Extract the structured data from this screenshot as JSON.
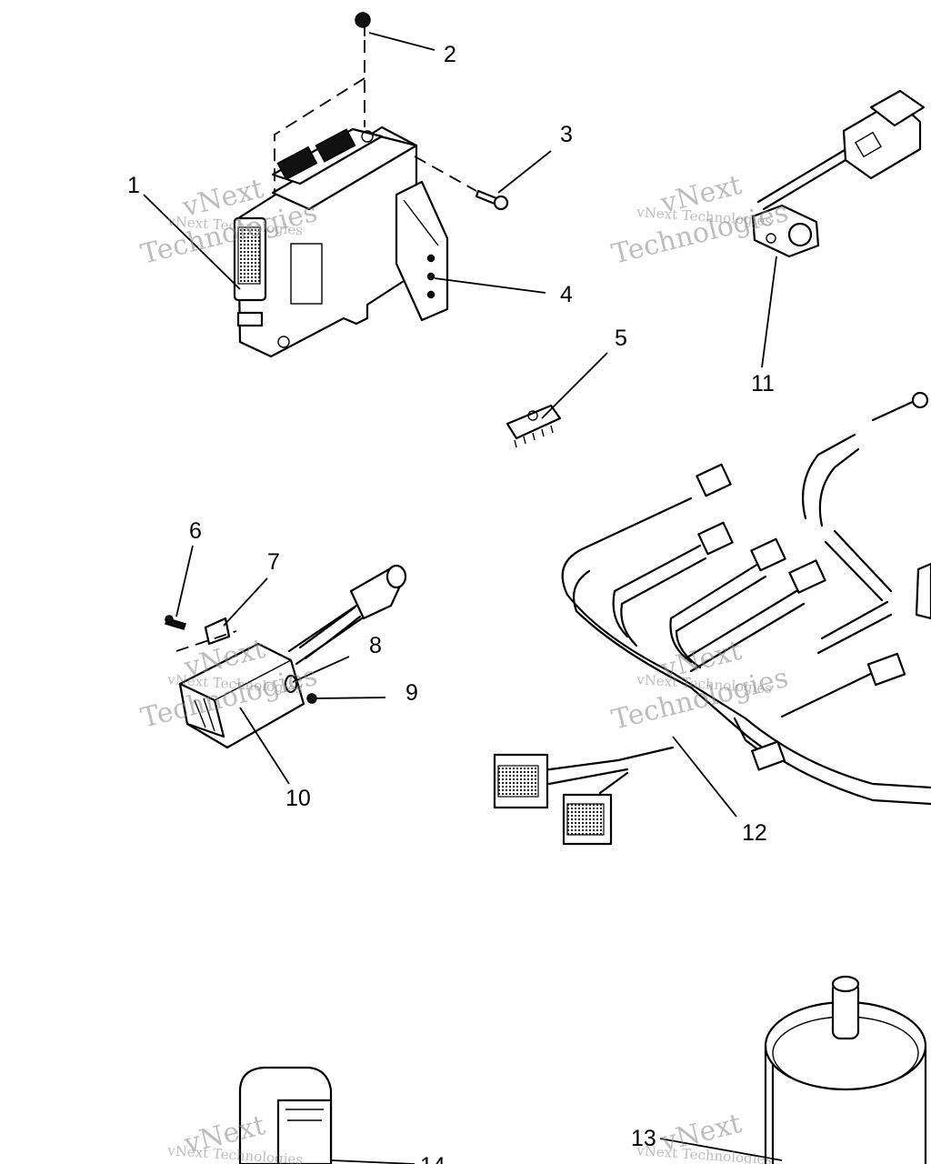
{
  "callouts": {
    "c1": "1",
    "c2": "2",
    "c3": "3",
    "c4": "4",
    "c5": "5",
    "c6": "6",
    "c7": "7",
    "c8": "8",
    "c9": "9",
    "c10": "10",
    "c11": "11",
    "c12": "12",
    "c13": "13",
    "c14": "14"
  },
  "watermark": {
    "line1": "vNext Technologies",
    "word1": "vNext",
    "word2": "Technologies"
  }
}
